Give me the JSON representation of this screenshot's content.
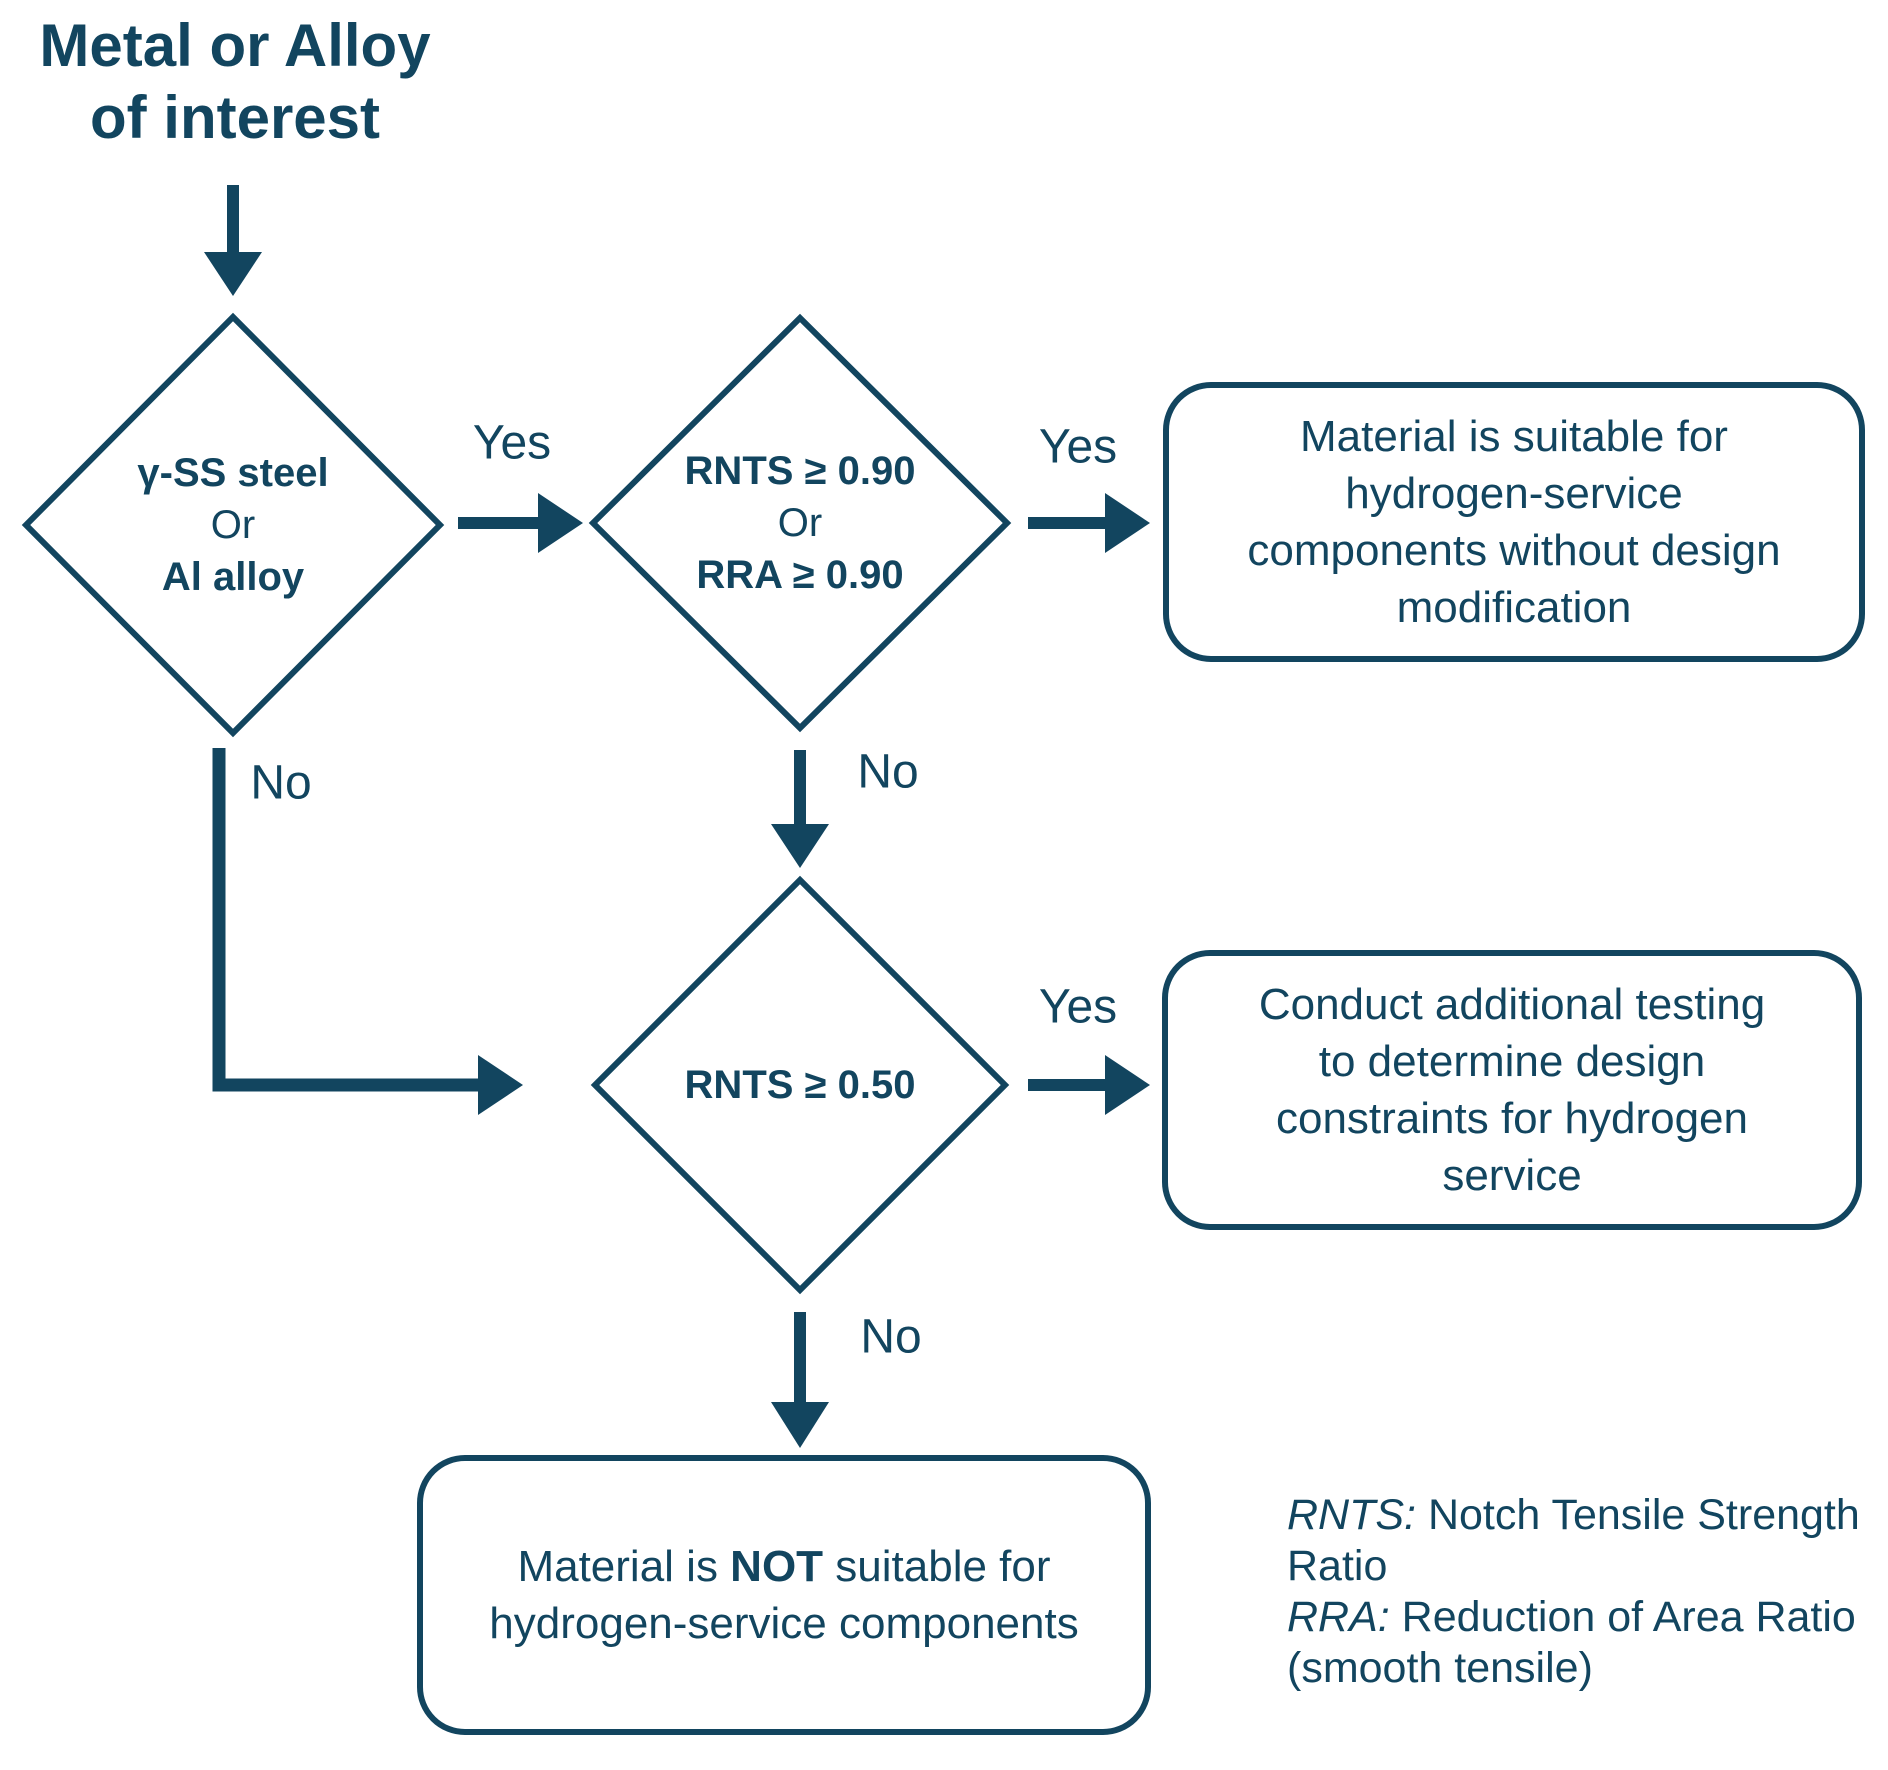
{
  "colors": {
    "accent": "#12455F",
    "background": "#FFFFFF"
  },
  "title": {
    "line1": "Metal or Alloy",
    "line2": "of interest"
  },
  "decisions": {
    "material_type": {
      "line1": "γ-SS steel",
      "line2": "Or",
      "line3": "Al alloy"
    },
    "ratio_090": {
      "line1": "RNTS ≥ 0.90",
      "line2": "Or",
      "line3": "RRA ≥ 0.90"
    },
    "ratio_050": {
      "line1": "RNTS ≥ 0.50"
    }
  },
  "labels": {
    "yes_d1_to_d2": "Yes",
    "yes_d2_to_suitable": "Yes",
    "yes_d3_to_testing": "Yes",
    "no_d2_to_d3": "No",
    "no_d1_to_d3": "No",
    "no_d3_to_not_suitable": "No"
  },
  "outcomes": {
    "suitable": {
      "line1": "Material is suitable for",
      "line2": "hydrogen-service",
      "line3": "components without design",
      "line4": "modification"
    },
    "testing": {
      "line1": "Conduct additional testing",
      "line2": "to determine design",
      "line3": "constraints for hydrogen",
      "line4": "service"
    },
    "not_suitable": {
      "line1_pre": "Material is ",
      "line1_bold": "NOT",
      "line1_post": " suitable for",
      "line2": "hydrogen-service components"
    }
  },
  "legend": {
    "line1_term": "RNTS:",
    "line1_rest": " Notch Tensile Strength",
    "line2": "Ratio",
    "line3_term": "RRA:",
    "line3_rest": " Reduction of Area Ratio",
    "line4": "(smooth tensile)"
  }
}
